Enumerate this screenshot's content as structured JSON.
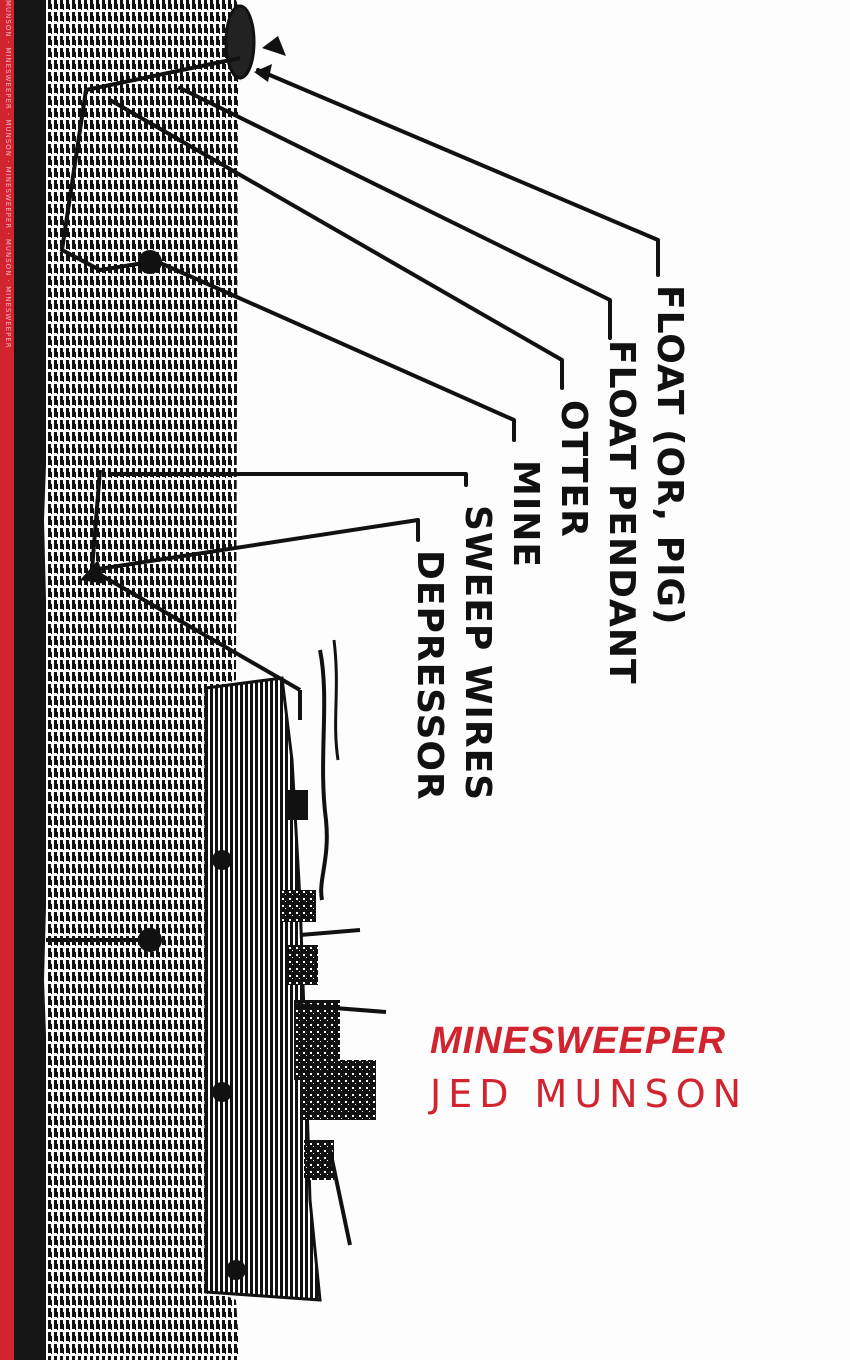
{
  "cover": {
    "title": "MINESWEEPER",
    "author": "JED MUNSON",
    "spine_text": "MUNSON · MINESWEEPER · MUNSON · MINESWEEPER · MUNSON · MINESWEEPER",
    "accent_color": "#d1242f",
    "ink_color": "#111111",
    "background_color": "#fdfdfd"
  },
  "diagram": {
    "labels": [
      {
        "text": "FLOAT (OR, PIG)"
      },
      {
        "text": "FLOAT PENDANT"
      },
      {
        "text": "OTTER"
      },
      {
        "text": "MINE"
      },
      {
        "text": "SWEEP WIRES"
      },
      {
        "text": "DEPRESSOR"
      }
    ],
    "illustration": "ship-with-minesweeping-gear-engraving"
  }
}
